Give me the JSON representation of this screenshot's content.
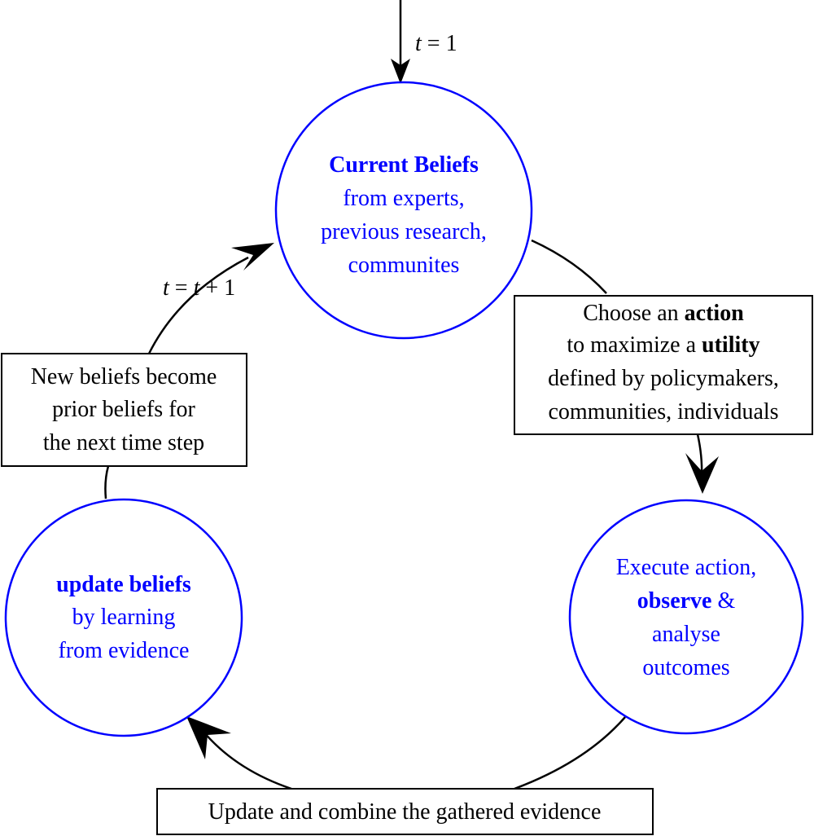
{
  "colors": {
    "accent": "#0000ff",
    "ink": "#000000"
  },
  "start_label": {
    "t": "t",
    "rest": " = 1"
  },
  "loop_label": {
    "t1": "t",
    "mid": " = ",
    "t2": "t",
    "rest": " + 1"
  },
  "nodes": {
    "current_beliefs": {
      "title": "Current Beliefs",
      "lines": [
        "from experts,",
        "previous research,",
        "communites"
      ]
    },
    "execute_action": {
      "line1": "Execute action,",
      "line2_bold": "observe",
      "line2_rest": " &",
      "line3": "analyse",
      "line4": "outcomes"
    },
    "update_beliefs": {
      "title": "update beliefs",
      "lines": [
        "by learning",
        "from evidence"
      ]
    }
  },
  "boxes": {
    "choose_action": {
      "l1_pre": "Choose an ",
      "l1_bold": "action",
      "l2_pre": "to maximize a ",
      "l2_bold": "utility",
      "l3": "defined by policymakers,",
      "l4": "communities, individuals"
    },
    "update_evidence": {
      "text": "Update and combine the gathered evidence"
    },
    "new_beliefs": {
      "lines": [
        "New beliefs become",
        "prior beliefs for",
        "the next time step"
      ]
    }
  }
}
